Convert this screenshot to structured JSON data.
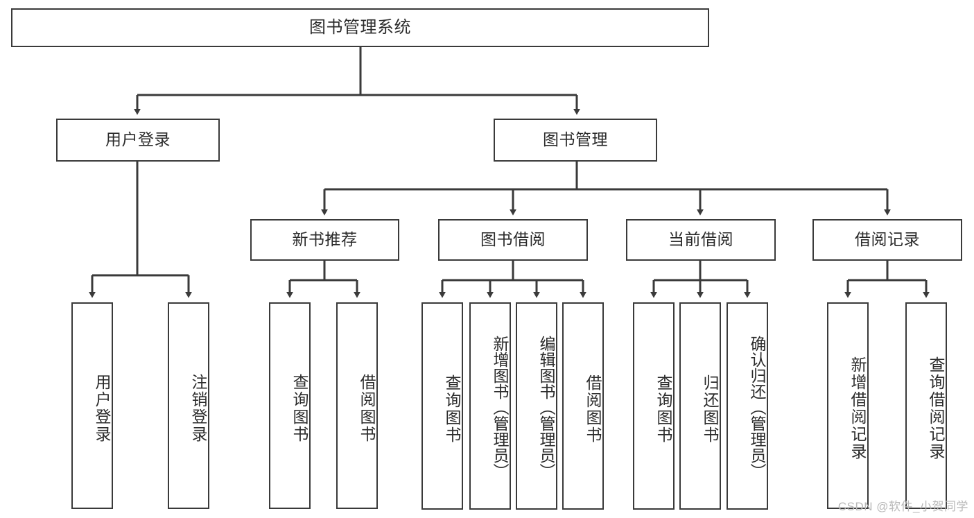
{
  "diagram": {
    "title": "图书管理系统",
    "type": "tree-hierarchy-chart",
    "watermark": "CSDN @软件_小贺同学",
    "colors": {
      "box_border": "#3a3a3a",
      "box_fill": "#ffffff",
      "edge": "#3a3a3a",
      "text": "#2b2b2b",
      "watermark": "#b9b9b9"
    },
    "nodes": {
      "root": {
        "label": "图书管理系统"
      },
      "level2": [
        {
          "id": "user-login",
          "label": "用户登录"
        },
        {
          "id": "book-manage",
          "label": "图书管理"
        }
      ],
      "level3": [
        {
          "id": "new-book-recommend",
          "label": "新书推荐"
        },
        {
          "id": "book-borrow",
          "label": "图书借阅"
        },
        {
          "id": "current-borrow",
          "label": "当前借阅"
        },
        {
          "id": "borrow-record",
          "label": "借阅记录"
        }
      ],
      "leaves": {
        "user_login": [
          {
            "id": "leaf-user-login",
            "label": "用户登录"
          },
          {
            "id": "leaf-logout-login",
            "label": "注销登录"
          }
        ],
        "new_book_recommend": [
          {
            "id": "leaf-query-book-1",
            "label": "查询图书"
          },
          {
            "id": "leaf-borrow-book-1",
            "label": "借阅图书"
          }
        ],
        "book_borrow": [
          {
            "id": "leaf-query-book-2",
            "label": "查询图书"
          },
          {
            "id": "leaf-add-book",
            "label": "新增图书（管理员）"
          },
          {
            "id": "leaf-edit-book",
            "label": "编辑图书（管理员）"
          },
          {
            "id": "leaf-borrow-book-2",
            "label": "借阅图书"
          }
        ],
        "current_borrow": [
          {
            "id": "leaf-query-book-3",
            "label": "查询图书"
          },
          {
            "id": "leaf-return-book",
            "label": "归还图书"
          },
          {
            "id": "leaf-confirm-return",
            "label": "确认归还（管理员）"
          }
        ],
        "borrow_record": [
          {
            "id": "leaf-add-record",
            "label": "新增借阅记录"
          },
          {
            "id": "leaf-query-record",
            "label": "查询借阅记录"
          }
        ]
      }
    }
  }
}
